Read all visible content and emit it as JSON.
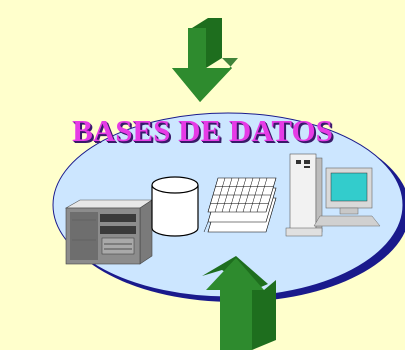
{
  "diagram": {
    "title": "BASES DE DATOS",
    "components": [
      {
        "name": "server-tower",
        "label": ""
      },
      {
        "name": "database-cylinder",
        "label": ""
      },
      {
        "name": "data-grid-stack",
        "label": ""
      },
      {
        "name": "workstation",
        "label": ""
      }
    ],
    "arrows": [
      {
        "name": "down-arrow",
        "direction": "down"
      },
      {
        "name": "up-arrow",
        "direction": "up"
      }
    ]
  },
  "colors": {
    "background": "#FFFFCC",
    "ellipse_fill": "#CCE6FF",
    "ellipse_stroke": "#1A1A8C",
    "arrow_green": "#2E8B2E",
    "title": "#E63BE6"
  }
}
